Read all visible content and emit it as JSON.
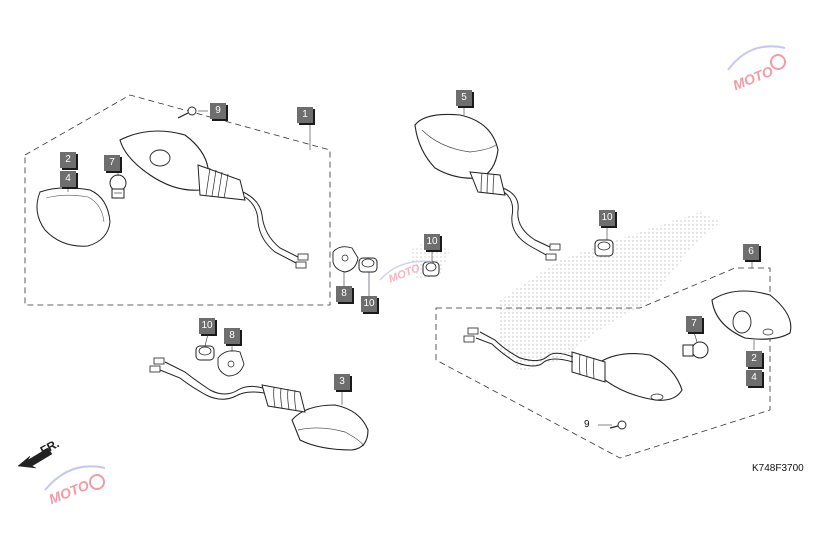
{
  "figure_code": "K748F3700",
  "front_marker": {
    "text": "FR."
  },
  "watermark": {
    "text": "MOTO",
    "color": "#f07a8a"
  },
  "colors": {
    "callout_fill": "#6e6e6e",
    "line": "#222222"
  },
  "callouts": {
    "c1": "1",
    "c2a": "2",
    "c4a": "4",
    "c7a": "7",
    "c9a": "9",
    "c5": "5",
    "c10a": "10",
    "c8a": "8",
    "c10b": "10",
    "c10c": "10",
    "c6": "6",
    "c10d": "10",
    "c8b": "8",
    "c3": "3",
    "c7b": "7",
    "c2b": "2",
    "c4b": "4",
    "c9b": "9"
  }
}
